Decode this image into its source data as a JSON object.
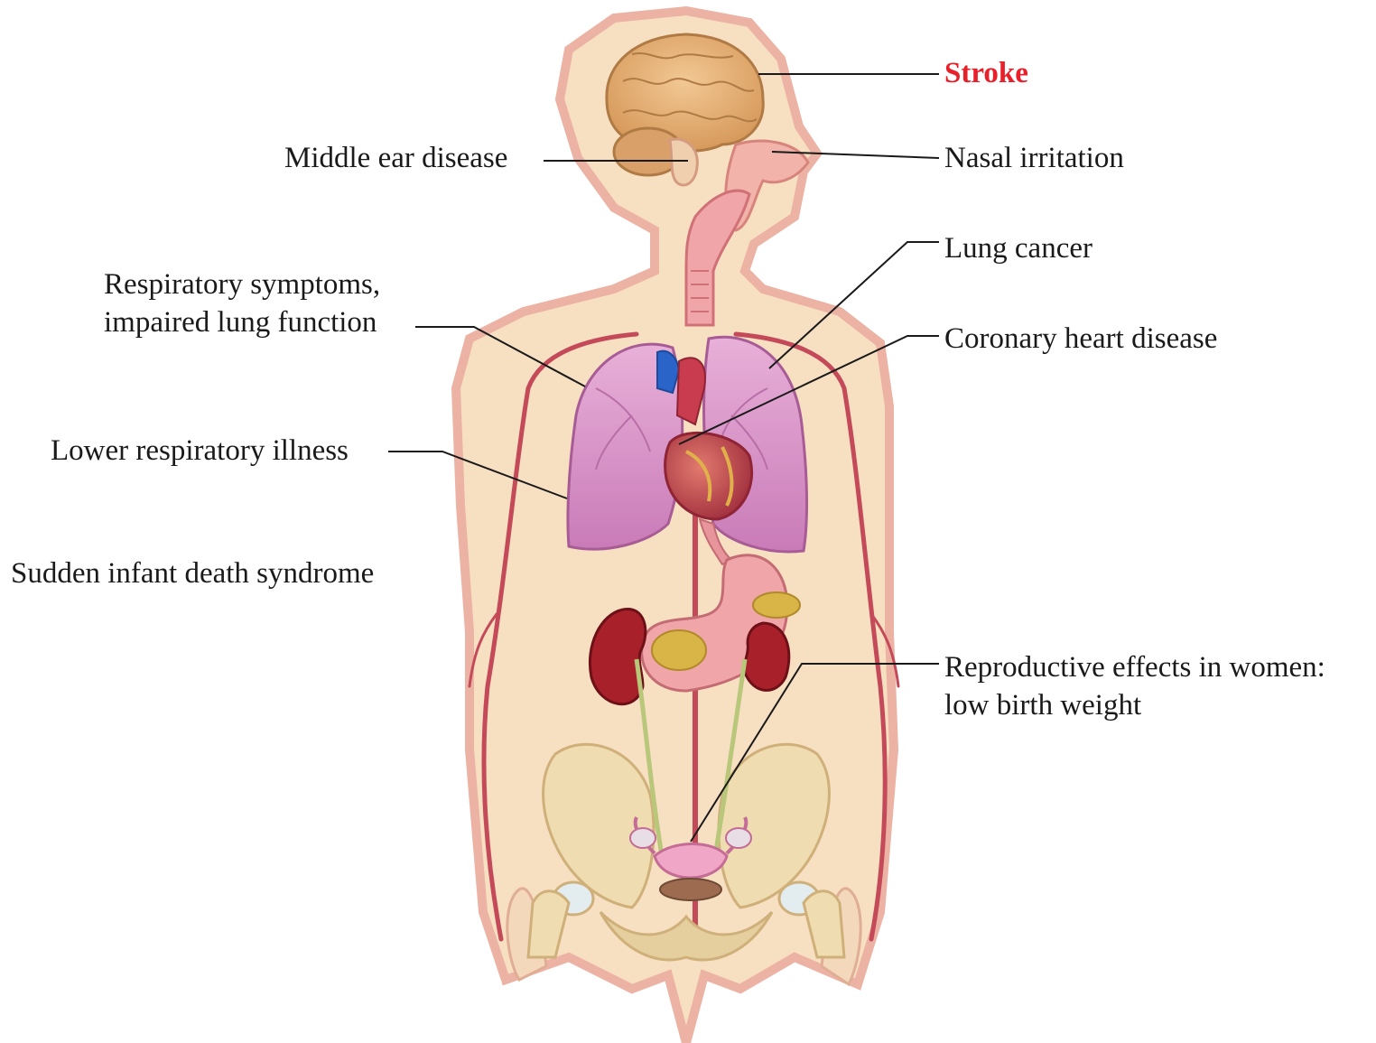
{
  "labels": {
    "stroke": "Stroke",
    "middle_ear": "Middle ear disease",
    "nasal": "Nasal irritation",
    "lung_cancer": "Lung cancer",
    "respiratory_line1": "Respiratory symptoms,",
    "respiratory_line2": "impaired lung function",
    "coronary": "Coronary heart disease",
    "lower_resp": "Lower respiratory illness",
    "sids": "Sudden infant death syndrome",
    "reproductive_line1": "Reproductive effects in women:",
    "reproductive_line2": "low birth weight"
  },
  "colors": {
    "highlight_label": "#e8202a",
    "text": "#1a1a1a",
    "skin": "#f7dfc2",
    "skin_outline": "#ecb2a3",
    "brain": "#e6b57e",
    "lung": "#dc9ac8",
    "heart": "#c93b4e",
    "vein": "#2a64c8",
    "artery": "#c44a5a",
    "kidney": "#a8202a",
    "stomach": "#f0a6a8",
    "bone": "#efdcb0",
    "adrenal": "#d9b446"
  }
}
